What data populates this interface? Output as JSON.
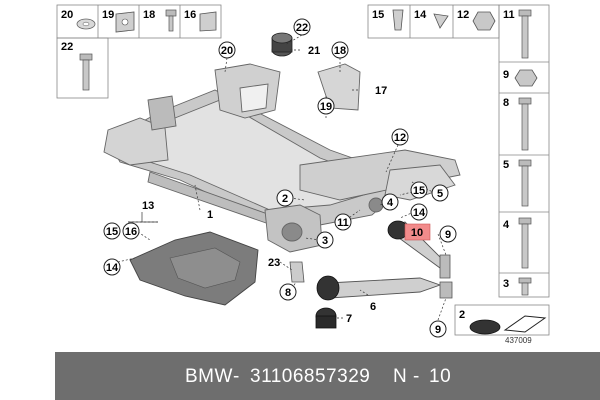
{
  "diagram": {
    "ref_number": "437009",
    "highlight_color": "#f28b8b",
    "top_left_boxes": [
      "20",
      "19",
      "18",
      "16"
    ],
    "top_left_lower_box": "22",
    "top_right_boxes": [
      "15",
      "14",
      "12",
      "11"
    ],
    "right_column": [
      "9",
      "8",
      "5",
      "4",
      "3"
    ],
    "bottom_right_box": "2",
    "callouts": {
      "c22": "22",
      "c21": "21",
      "c20": "20",
      "c18": "18",
      "c17": "17",
      "c19": "19",
      "c12": "12",
      "c1": "1",
      "c2": "2",
      "c13": "13",
      "c15a": "15",
      "c16": "16",
      "c14a": "14",
      "c11": "11",
      "c15b": "15",
      "c5": "5",
      "c4": "4",
      "c14b": "14",
      "c10": "10",
      "c9a": "9",
      "c3": "3",
      "c23": "23",
      "c8": "8",
      "c6": "6",
      "c7": "7",
      "c9b": "9"
    }
  },
  "footer": {
    "brand": "BMW",
    "sep1": "-",
    "part_number": "31106857329",
    "position": "N",
    "sep2": "-",
    "position_num": "10"
  }
}
